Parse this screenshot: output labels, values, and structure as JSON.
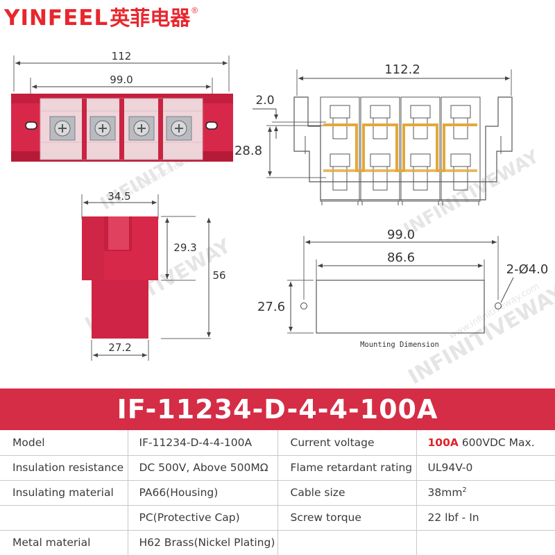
{
  "brand": {
    "latin": "YINFEEL",
    "chinese": "英菲电器",
    "registered": "®"
  },
  "watermark": {
    "text": "INFINITIVEWAY",
    "url": "www.infinitiveway.com"
  },
  "drawing": {
    "top_view": {
      "overall_width": "112",
      "hole_spacing": "99.0"
    },
    "section_view": {
      "overall_width": "112.2",
      "cap_thickness": "2.0",
      "height": "28.8"
    },
    "side_view": {
      "top_width": "34.5",
      "step_height": "29.3",
      "total_height": "56",
      "bottom_width": "27.2"
    },
    "mounting": {
      "hole_spacing": "99.0",
      "body_length": "86.6",
      "holes": "2-Ø4.0",
      "height": "27.6",
      "caption": "Mounting Dimension"
    }
  },
  "colors": {
    "brand": "#e8262d",
    "banner": "#d52d46",
    "housing": "#d8284a",
    "brass": "#e3a83a"
  },
  "product": {
    "title": "IF-11234-D-4-4-100A"
  },
  "specs": {
    "rows": [
      {
        "label1": "Model",
        "value1": "IF-11234-D-4-4-100A",
        "label2": "Current voltage",
        "value2_highlight": "100A",
        "value2": " 600VDC Max."
      },
      {
        "label1": "Insulation resistance",
        "value1": "DC 500V, Above 500MΩ",
        "label2": "Flame retardant rating",
        "value2_highlight": "",
        "value2": "UL94V-0"
      },
      {
        "label1": "Insulating material",
        "value1": "PA66(Housing)",
        "label2": "Cable size",
        "value2_highlight": "",
        "value2": "38mm",
        "value2_sup": "2"
      },
      {
        "label1": "",
        "value1": "PC(Protective Cap)",
        "label2": "Screw torque",
        "value2_highlight": "",
        "value2": "22 lbf - In"
      },
      {
        "label1": "Metal material",
        "value1": "H62 Brass(Nickel Plating)",
        "label2": "",
        "value2_highlight": "",
        "value2": ""
      }
    ]
  }
}
